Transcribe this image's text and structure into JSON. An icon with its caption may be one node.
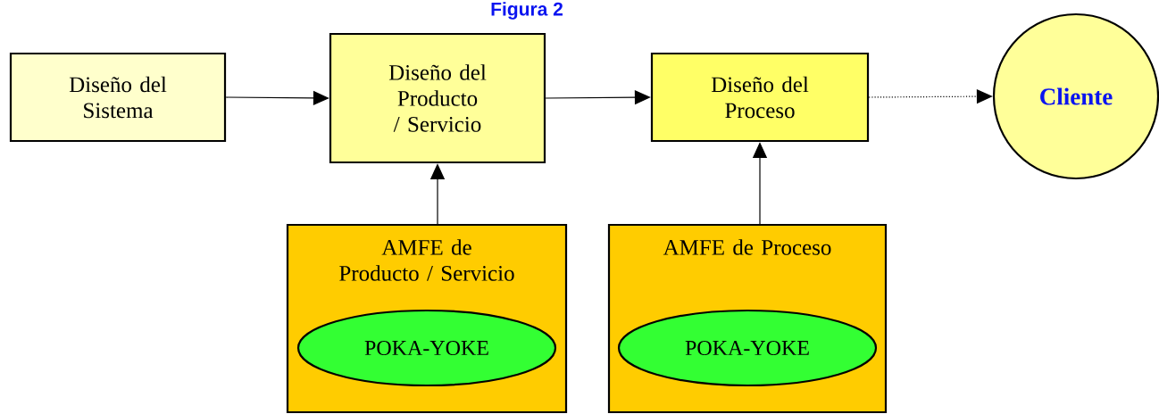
{
  "diagram": {
    "title": "Figura 2",
    "nodes": [
      {
        "text": [
          "Diseño del Sistema"
        ]
      },
      {
        "text": [
          "Diseño del Producto / Servicio"
        ]
      },
      {
        "text": [
          "Diseño del Proceso"
        ]
      },
      {
        "text": [
          "Cliente"
        ]
      },
      {
        "text": [
          "AMFE de Producto / Servicio"
        ]
      },
      {
        "text": [
          "POKA-YOKE"
        ],
        "in": 4
      },
      {
        "text": [
          "AMFE de Proceso"
        ]
      },
      {
        "text": [
          "POKA-YOKE"
        ],
        "in": 6
      }
    ],
    "edges": [
      {
        "from": 0,
        "to": 1,
        "arrow": "to"
      },
      {
        "from": 1,
        "to": 2,
        "arrow": "to"
      },
      {
        "from": 2,
        "to": 3,
        "arrow": "to",
        "style": "dashed"
      },
      {
        "from": 4,
        "to": 1,
        "arrow": "to"
      },
      {
        "from": 6,
        "to": 2,
        "arrow": "to"
      }
    ]
  }
}
